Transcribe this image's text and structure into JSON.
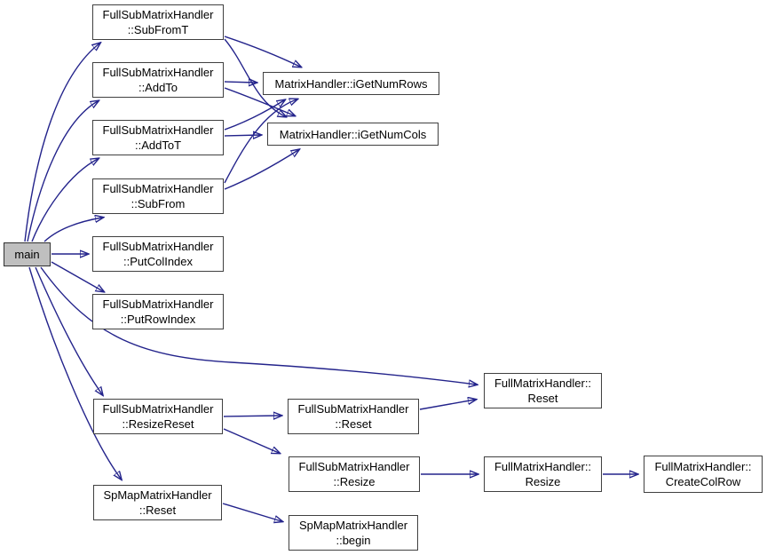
{
  "diagram": {
    "kind": "call-graph",
    "background_color": "#ffffff",
    "edge_color": "#23238b",
    "node_border_color": "#404040",
    "node_fill_color": "#ffffff",
    "main_node_fill_color": "#bfbfbf",
    "nodes": {
      "main": {
        "label": "main"
      },
      "subfromt": {
        "label": "FullSubMatrixHandler\n::SubFromT"
      },
      "addto": {
        "label": "FullSubMatrixHandler\n::AddTo"
      },
      "addtot": {
        "label": "FullSubMatrixHandler\n::AddToT"
      },
      "subfrom": {
        "label": "FullSubMatrixHandler\n::SubFrom"
      },
      "putcolindex": {
        "label": "FullSubMatrixHandler\n::PutColIndex"
      },
      "putrowindex": {
        "label": "FullSubMatrixHandler\n::PutRowIndex"
      },
      "igetnumrows": {
        "label": "MatrixHandler::iGetNumRows"
      },
      "igetnumcols": {
        "label": "MatrixHandler::iGetNumCols"
      },
      "resizereset": {
        "label": "FullSubMatrixHandler\n::ResizeReset"
      },
      "spmapreset": {
        "label": "SpMapMatrixHandler\n::Reset"
      },
      "fsmh_reset": {
        "label": "FullSubMatrixHandler\n::Reset"
      },
      "fsmh_resize": {
        "label": "FullSubMatrixHandler\n::Resize"
      },
      "spmap_begin": {
        "label": "SpMapMatrixHandler\n::begin"
      },
      "fmh_reset": {
        "label": "FullMatrixHandler::\nReset"
      },
      "fmh_resize": {
        "label": "FullMatrixHandler::\nResize"
      },
      "fmh_createcolrow": {
        "label": "FullMatrixHandler::\nCreateColRow"
      }
    },
    "edges": [
      {
        "from": "main",
        "to": "subfromt"
      },
      {
        "from": "main",
        "to": "addto"
      },
      {
        "from": "main",
        "to": "addtot"
      },
      {
        "from": "main",
        "to": "subfrom"
      },
      {
        "from": "main",
        "to": "putcolindex"
      },
      {
        "from": "main",
        "to": "putrowindex"
      },
      {
        "from": "main",
        "to": "resizereset"
      },
      {
        "from": "main",
        "to": "spmapreset"
      },
      {
        "from": "main",
        "to": "fmh_reset"
      },
      {
        "from": "subfromt",
        "to": "igetnumrows"
      },
      {
        "from": "subfromt",
        "to": "igetnumcols"
      },
      {
        "from": "addto",
        "to": "igetnumrows"
      },
      {
        "from": "addto",
        "to": "igetnumcols"
      },
      {
        "from": "addtot",
        "to": "igetnumrows"
      },
      {
        "from": "addtot",
        "to": "igetnumcols"
      },
      {
        "from": "subfrom",
        "to": "igetnumrows"
      },
      {
        "from": "subfrom",
        "to": "igetnumcols"
      },
      {
        "from": "resizereset",
        "to": "fsmh_reset"
      },
      {
        "from": "resizereset",
        "to": "fsmh_resize"
      },
      {
        "from": "fsmh_reset",
        "to": "fmh_reset"
      },
      {
        "from": "fsmh_resize",
        "to": "fmh_resize"
      },
      {
        "from": "fmh_resize",
        "to": "fmh_createcolrow"
      },
      {
        "from": "spmapreset",
        "to": "spmap_begin"
      }
    ]
  }
}
